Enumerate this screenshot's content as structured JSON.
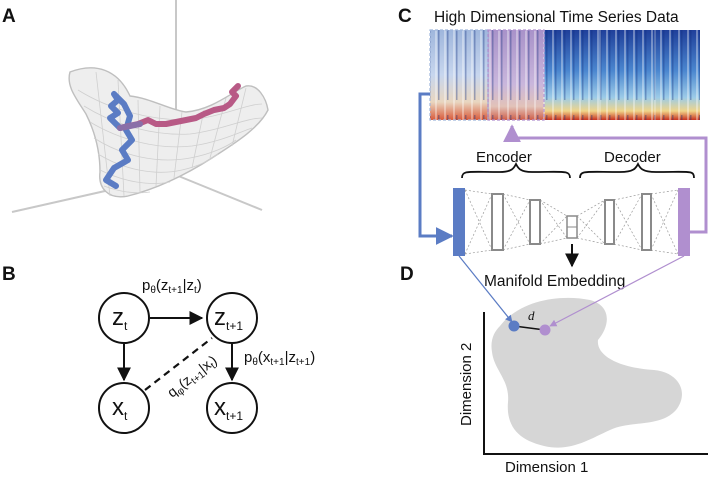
{
  "panels": {
    "a": {
      "label": "A"
    },
    "b": {
      "label": "B",
      "nodes": {
        "zt": {
          "main": "z",
          "sub": "t"
        },
        "zt1": {
          "main": "z",
          "sub": "t+1"
        },
        "xt": {
          "main": "x",
          "sub": "t"
        },
        "xt1": {
          "main": "x",
          "sub": "t+1"
        }
      },
      "edges": {
        "transition": {
          "p": "p",
          "theta": "θ",
          "open": "(z",
          "s1": "t+1",
          "mid": "|z",
          "s2": "t",
          "close": ")"
        },
        "emission": {
          "p": "p",
          "theta": "θ",
          "open": "(x",
          "s1": "t+1",
          "mid": "|z",
          "s2": "t+1",
          "close": ")"
        },
        "inference": {
          "q": "q",
          "phi": "φ",
          "open": "(z",
          "s1": "t+1",
          "mid": "|x",
          "s2": "t",
          "close": ")"
        }
      }
    },
    "c": {
      "label": "C",
      "title": "High Dimensional Time Series Data",
      "encoder_label": "Encoder",
      "decoder_label": "Decoder",
      "embedding_label": "Manifold Embedding"
    },
    "d": {
      "label": "D",
      "xlabel": "Dimension 1",
      "ylabel": "Dimension 2",
      "distance_label": "d"
    }
  },
  "colors": {
    "blue": "#5b7cc4",
    "purple": "#b08fcf",
    "magenta": "#b85a86",
    "manifold_gray": "#d6d6d6",
    "axis": "#111111"
  }
}
